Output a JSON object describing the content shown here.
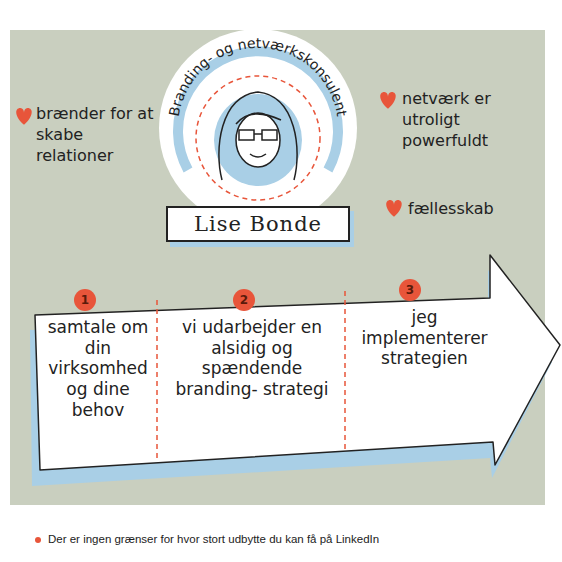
{
  "diagram": {
    "nodes": [
      {
        "text": [
          "Branding- og netværkskonsulent"
        ]
      },
      {
        "text": [
          "Lise Bonde"
        ],
        "in": 0
      },
      {
        "text": [
          "samtale om din virksomhed og dine behov"
        ]
      },
      {
        "text": [
          "1"
        ],
        "in": 2
      },
      {
        "text": [
          "vi udarbejder en alsidig og spændende branding- strategi"
        ]
      },
      {
        "text": [
          "2"
        ],
        "in": 4
      },
      {
        "text": [
          "jeg implementerer strategien"
        ]
      },
      {
        "text": [
          "3"
        ],
        "in": 6
      }
    ],
    "labels": [
      "brænder for at skabe relationer",
      "netværk er utroligt powerfuldt",
      "fællesskab",
      "Der er ingen grænser for hvor stort udbytte du kan få på LinkedIn"
    ]
  }
}
